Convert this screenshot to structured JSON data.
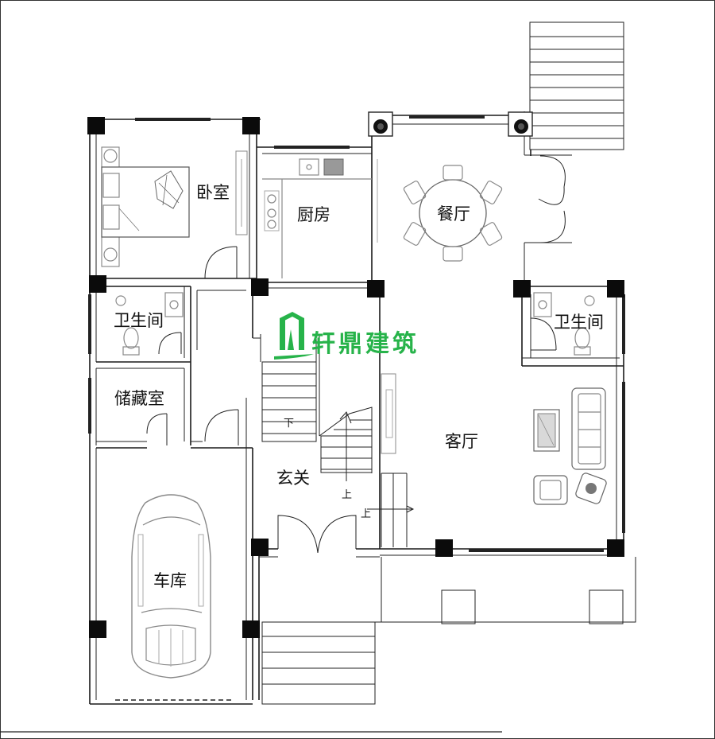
{
  "rooms": {
    "bedroom": "卧室",
    "kitchen": "厨房",
    "dining": "餐厅",
    "bath_left": "卫生间",
    "bath_right": "卫生间",
    "storage": "储藏室",
    "living": "客厅",
    "foyer": "玄关",
    "garage": "车库"
  },
  "stairs": {
    "down": "下",
    "up_1": "上",
    "up_2": "上"
  },
  "watermark": {
    "text": "轩鼎建筑",
    "color": "#27b34a"
  }
}
